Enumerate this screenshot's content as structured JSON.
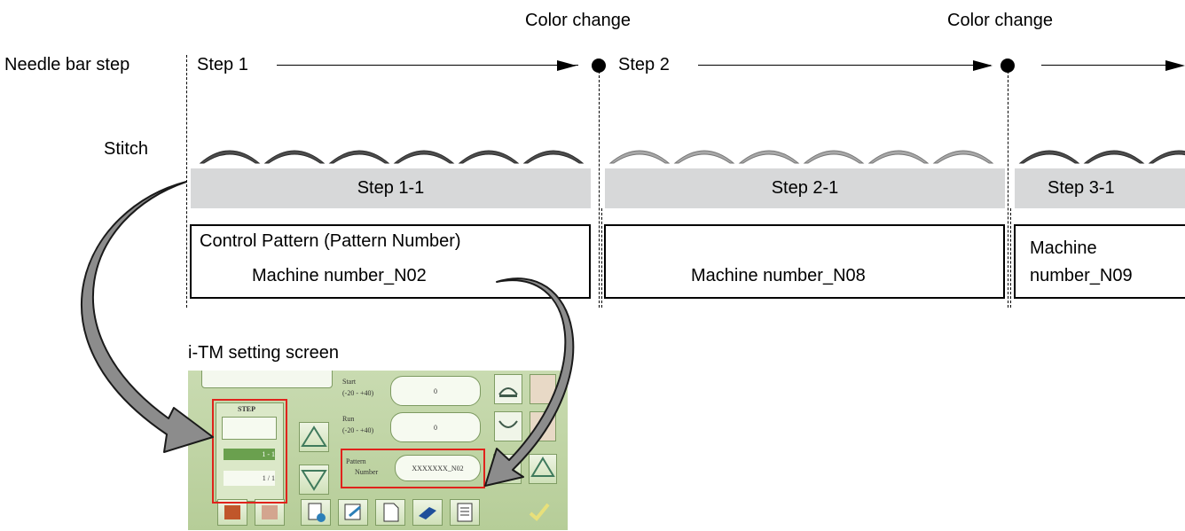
{
  "labels": {
    "needle_bar_step": "Needle bar step",
    "stitch": "Stitch",
    "color_change_1": "Color change",
    "color_change_2": "Color change",
    "step1": "Step 1",
    "step2": "Step 2"
  },
  "step_bars": [
    "Step 1-1",
    "Step 2-1",
    "Step 3-1"
  ],
  "pattern_boxes": {
    "box1_title": "Control Pattern (Pattern Number)",
    "box1_value": "Machine number_N02",
    "box2_value": "Machine number_N08",
    "box3_line1": "Machine",
    "box3_line2": "number_N09"
  },
  "screen": {
    "caption": "i-TM setting screen",
    "step_label": "STEP",
    "step_row1": "1  -  1",
    "step_row2": "1  /  1",
    "start_label": "Start",
    "start_range": "(-20 - +40)",
    "start_value": "0",
    "run_label": "Run",
    "run_range": "(-20 - +40)",
    "run_value": "0",
    "pattern_label_1": "Pattern",
    "pattern_label_2": "Number",
    "pattern_value": "XXXXXXX_N02"
  },
  "colors": {
    "stitch_dark": "#4d4d4d",
    "stitch_light": "#9a9a9a",
    "step_bar": "#d7d8d9",
    "highlight": "#e0231c",
    "panel": "#c3d6a8",
    "arrow": "#8c8c8c"
  },
  "icons": [
    "step-arrow-up-icon",
    "step-arrow-down-icon",
    "scroll-up-icon",
    "scroll-down-icon",
    "value-up-icon",
    "value-down-icon",
    "save-icon",
    "copy-icon",
    "document-icon",
    "erase-icon",
    "list-icon",
    "confirm-icon"
  ]
}
